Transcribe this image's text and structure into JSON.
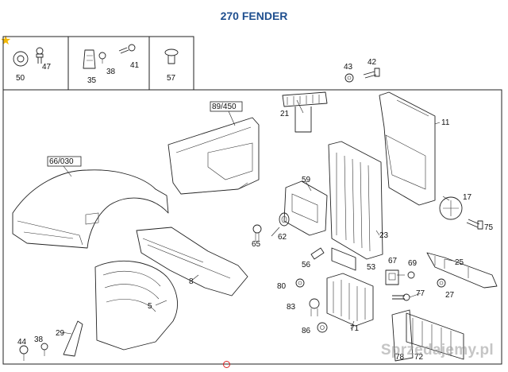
{
  "title": "270 FENDER",
  "callouts": {
    "c50": "50",
    "c47": "47",
    "c35": "35",
    "c38a": "38",
    "c41": "41",
    "c57": "57",
    "c43": "43",
    "c42": "42",
    "c21": "21",
    "c11": "11",
    "c8945": "89/450",
    "c66030": "66/030",
    "c59": "59",
    "c17": "17",
    "c65": "65",
    "c62": "62",
    "c23": "23",
    "c75": "75",
    "c56": "56",
    "c53": "53",
    "c67": "67",
    "c69": "69",
    "c25": "25",
    "c8": "8",
    "c80": "80",
    "c77": "77",
    "c27": "27",
    "c83": "83",
    "c5": "5",
    "c86": "86",
    "c71": "71",
    "c44": "44",
    "c38b": "38",
    "c29": "29",
    "c78": "78",
    "c72": "72"
  },
  "watermark": "Sprzedajemy.pl",
  "colors": {
    "title": "#1f4f8f",
    "star": "#f2b705",
    "marker": "#dd2222"
  },
  "icons": {
    "favorite": "star-icon",
    "marker": "circle-marker-icon"
  }
}
